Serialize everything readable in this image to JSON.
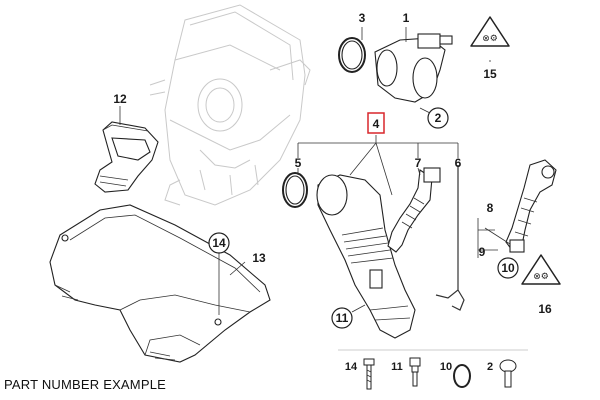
{
  "footer_label": "PART NUMBER EXAMPLE",
  "callouts": {
    "c1": "1",
    "c2": "2",
    "c3": "3",
    "c4": "4",
    "c5": "5",
    "c6": "6",
    "c7": "7",
    "c8": "8",
    "c9": "9",
    "c10": "10",
    "c11": "11",
    "c12": "12",
    "c13": "13",
    "c14": "14",
    "c15": "15",
    "c16": "16"
  },
  "legend": {
    "l14": "14",
    "l11": "11",
    "l10": "10",
    "l2": "2"
  },
  "colors": {
    "highlight": "#d9262b",
    "line": "#222222",
    "ghost": "#c9c9c9"
  }
}
